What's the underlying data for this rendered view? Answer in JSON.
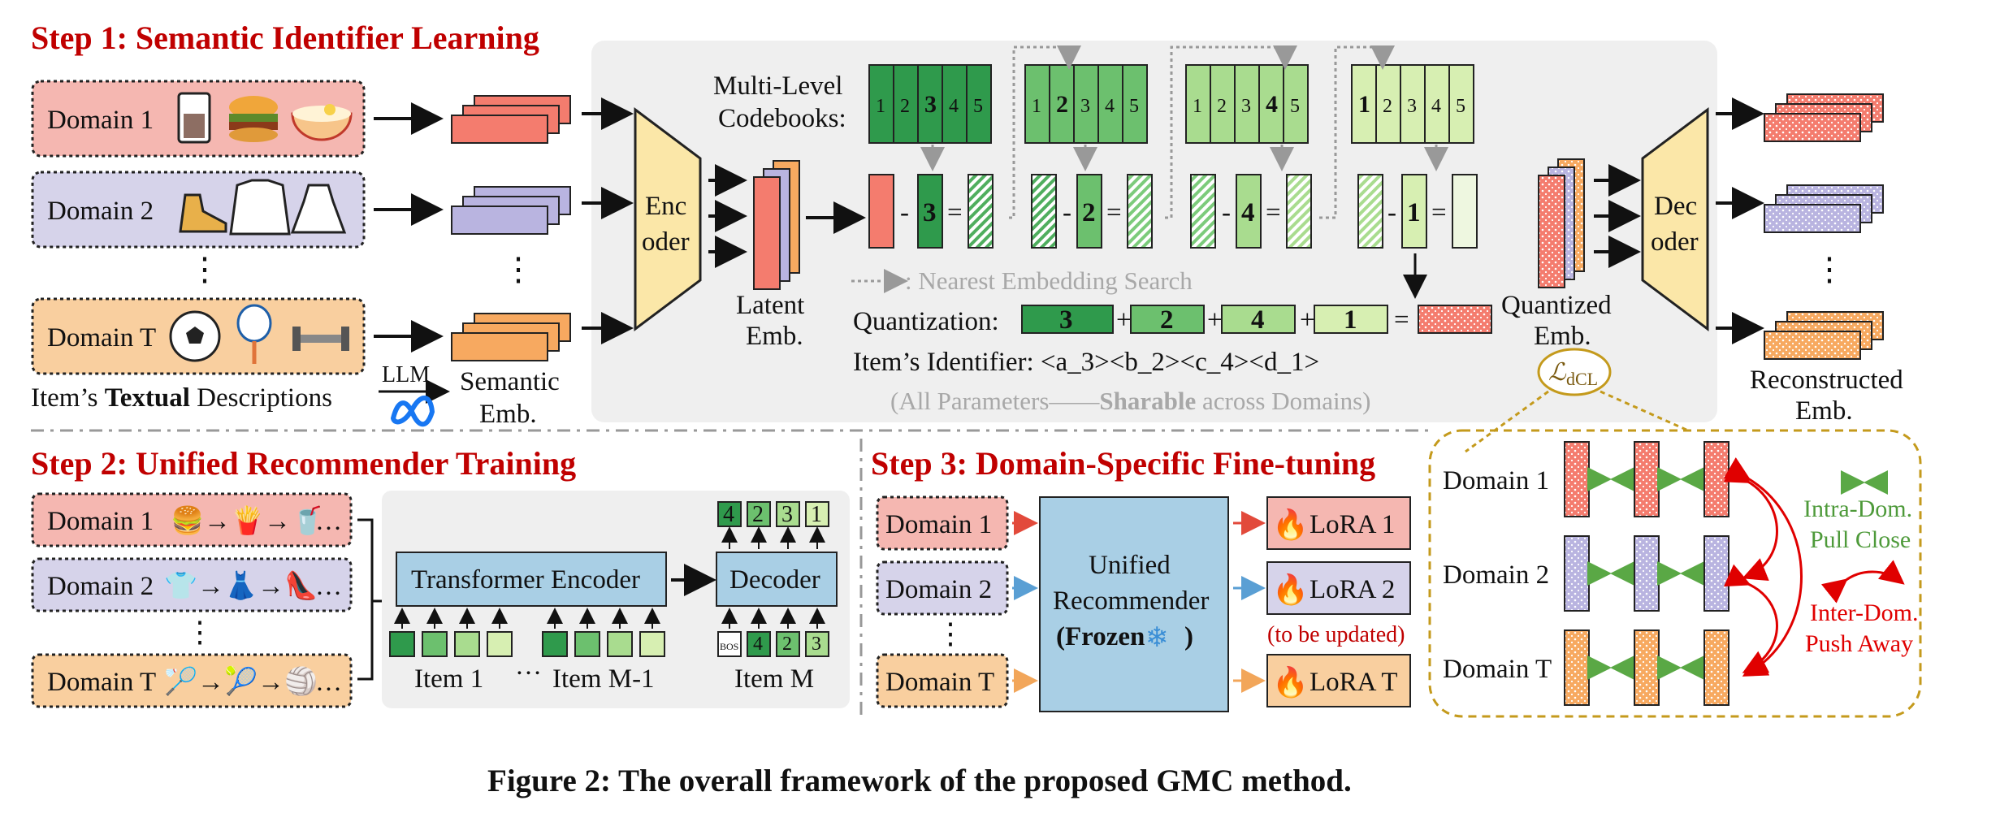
{
  "step1": {
    "title": "Step 1: Semantic Identifier Learning",
    "domains": [
      "Domain 1",
      "Domain 2",
      "Domain T"
    ],
    "textual_caption_pre": "Item’s ",
    "textual_caption_bold": "Textual",
    "textual_caption_post": " Descriptions",
    "llm": "LLM",
    "semantic_emb_1": "Semantic",
    "semantic_emb_2": "Emb.",
    "encoder_1": "Enc",
    "encoder_2": "oder",
    "latent_1": "Latent",
    "latent_2": "Emb.",
    "codebooks_1": "Multi-Level",
    "codebooks_2": "Codebooks:",
    "codebook_values": [
      "1",
      "2",
      "3",
      "4",
      "5"
    ],
    "codebook_bold": [
      "3",
      "2",
      "4",
      "1"
    ],
    "residual_codes": [
      "3",
      "2",
      "4",
      "1"
    ],
    "nearest_search": ": Nearest Embedding Search",
    "quantization_label": "Quantization:",
    "quant_codes": [
      "3",
      "2",
      "4",
      "1"
    ],
    "identifier": "Item’s Identifier: <a_3><b_2><c_4><d_1>",
    "sharable_pre": "(All Parameters——",
    "sharable_bold": "Sharable",
    "sharable_post": " across Domains)",
    "quantized_1": "Quantized",
    "quantized_2": "Emb.",
    "decoder_1": "Dec",
    "decoder_2": "oder",
    "reconstructed_1": "Reconstructed",
    "reconstructed_2": "Emb.",
    "loss_main": "ℒ",
    "loss_sub": "dCL"
  },
  "step2": {
    "title": "Step 2: Unified Recommender Training",
    "domains": [
      "Domain 1",
      "Domain 2",
      "Domain T"
    ],
    "ellipsis": "…",
    "transformer": "Transformer Encoder",
    "decoder": "Decoder",
    "top_codes": [
      "4",
      "2",
      "3",
      "1"
    ],
    "bottom_codes": [
      "BOS",
      "4",
      "2",
      "3"
    ],
    "items": [
      "Item 1",
      "Item M-1",
      "Item M"
    ],
    "dots": "…"
  },
  "step3": {
    "title": "Step 3: Domain-Specific Fine-tuning",
    "domains": [
      "Domain 1",
      "Domain 2",
      "Domain T"
    ],
    "recommender_1": "Unified",
    "recommender_2": "Recommender",
    "frozen": "(Frozen",
    "frozen_close": ")",
    "lora": [
      "LoRA 1",
      "LoRA 2",
      "LoRA T"
    ],
    "to_be_updated": "(to be updated)"
  },
  "contrastive": {
    "domains": [
      "Domain 1",
      "Domain 2",
      "Domain T"
    ],
    "intra_1": "Intra-Dom.",
    "intra_2": "Pull Close",
    "inter_1": "Inter-Dom.",
    "inter_2": "Push Away"
  },
  "caption": "Figure 2: The overall framework of the proposed GMC method.",
  "colors": {
    "red_title": "#c00000",
    "domain1_fill": "#f5b7b1",
    "domain2_fill": "#d6d3ea",
    "domainT_fill": "#f9cf9f",
    "emb_red": "#f47c6e",
    "emb_blue": "#b9b4e0",
    "emb_orange": "#f7a960",
    "green_dark": "#2f9a4c",
    "green_mid": "#6cc06e",
    "green_light": "#a9dc8f",
    "green_pale": "#d7efb2",
    "encoder_fill": "#fbe7a8",
    "recommender_fill": "#a9cfe5",
    "panel_gray": "#efefef"
  }
}
